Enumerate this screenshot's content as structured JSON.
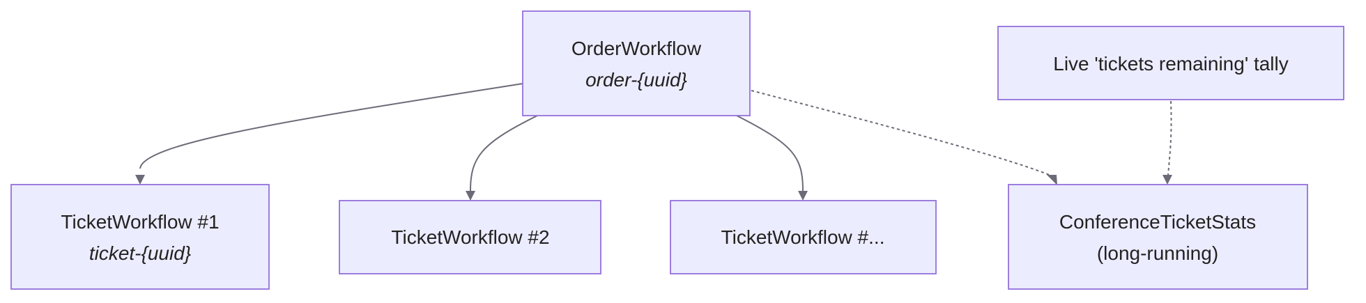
{
  "nodes": {
    "order_workflow": {
      "title": "OrderWorkflow",
      "subtitle": "order-{uuid}"
    },
    "ticket_1": {
      "title": "TicketWorkflow #1",
      "subtitle": "ticket-{uuid}"
    },
    "ticket_2": {
      "title": "TicketWorkflow #2"
    },
    "ticket_n": {
      "title": "TicketWorkflow #..."
    },
    "conference_stats": {
      "title": "ConferenceTicketStats",
      "subtitle": "(long-running)"
    },
    "live_tally": {
      "title": "Live 'tickets remaining' tally"
    }
  },
  "edges": [
    {
      "from": "order_workflow",
      "to": "ticket_1",
      "style": "solid"
    },
    {
      "from": "order_workflow",
      "to": "ticket_2",
      "style": "solid"
    },
    {
      "from": "order_workflow",
      "to": "ticket_n",
      "style": "solid"
    },
    {
      "from": "order_workflow",
      "to": "conference_stats",
      "style": "dotted"
    },
    {
      "from": "live_tally",
      "to": "conference_stats",
      "style": "dotted"
    }
  ],
  "colors": {
    "node_fill": "#ECECFF",
    "node_border": "#9370DB",
    "edge": "#6b6b78",
    "text": "#222222"
  }
}
